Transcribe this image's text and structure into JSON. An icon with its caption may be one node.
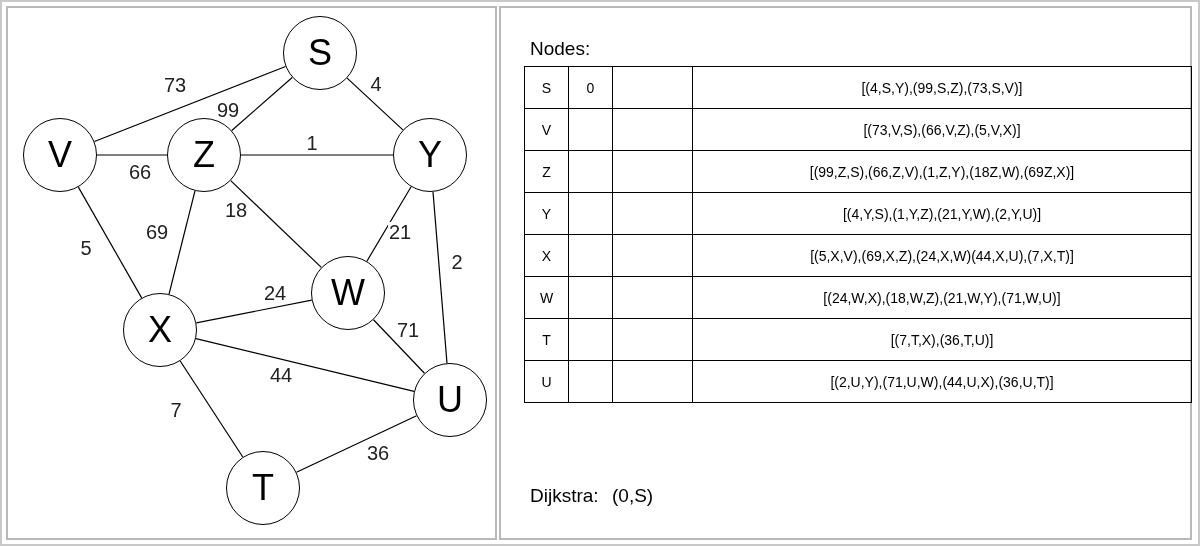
{
  "diagram": {
    "nodes": [
      {
        "text": [
          "S"
        ]
      },
      {
        "text": [
          "V"
        ]
      },
      {
        "text": [
          "Z"
        ]
      },
      {
        "text": [
          "Y"
        ]
      },
      {
        "text": [
          "W"
        ]
      },
      {
        "text": [
          "X"
        ]
      },
      {
        "text": [
          "U"
        ]
      },
      {
        "text": [
          "T"
        ]
      }
    ],
    "edges": [
      {
        "from": 0,
        "to": 1,
        "arrow": "none",
        "label": "73"
      },
      {
        "from": 0,
        "to": 2,
        "arrow": "none",
        "label": "99"
      },
      {
        "from": 0,
        "to": 3,
        "arrow": "none",
        "label": "4"
      },
      {
        "from": 1,
        "to": 2,
        "arrow": "none",
        "label": "66"
      },
      {
        "from": 2,
        "to": 3,
        "arrow": "none",
        "label": "1"
      },
      {
        "from": 1,
        "to": 5,
        "arrow": "none",
        "label": "5"
      },
      {
        "from": 2,
        "to": 5,
        "arrow": "none",
        "label": "69"
      },
      {
        "from": 2,
        "to": 4,
        "arrow": "none",
        "label": "18"
      },
      {
        "from": 3,
        "to": 4,
        "arrow": "none",
        "label": "21"
      },
      {
        "from": 3,
        "to": 6,
        "arrow": "none",
        "label": "2"
      },
      {
        "from": 5,
        "to": 4,
        "arrow": "none",
        "label": "24"
      },
      {
        "from": 4,
        "to": 6,
        "arrow": "none",
        "label": "71"
      },
      {
        "from": 5,
        "to": 6,
        "arrow": "none",
        "label": "44"
      },
      {
        "from": 5,
        "to": 7,
        "arrow": "none",
        "label": "7"
      },
      {
        "from": 7,
        "to": 6,
        "arrow": "none",
        "label": "36"
      }
    ],
    "labels": [
      "Nodes:",
      "S",
      "0",
      "[(4,S,Y),(99,S,Z),(73,S,V)]",
      "V",
      "[(73,V,S),(66,V,Z),(5,V,X)]",
      "Z",
      "[(99,Z,S),(66,Z,V),(1,Z,Y),(18Z,W),(69Z,X)]",
      "Y",
      "[(4,Y,S),(1,Y,Z),(21,Y,W),(2,Y,U)]",
      "X",
      "[(5,X,V),(69,X,Z),(24,X,W)(44,X,U),(7,X,T)]",
      "W",
      "[(24,W,X),(18,W,Z),(21,W,Y),(71,W,U)]",
      "T",
      "[(7,T,X),(36,T,U)]",
      "U",
      "[(2,U,Y),(71,U,W),(44,U,X),(36,U,T)]",
      "Dijkstra:",
      "(0,S)"
    ]
  }
}
